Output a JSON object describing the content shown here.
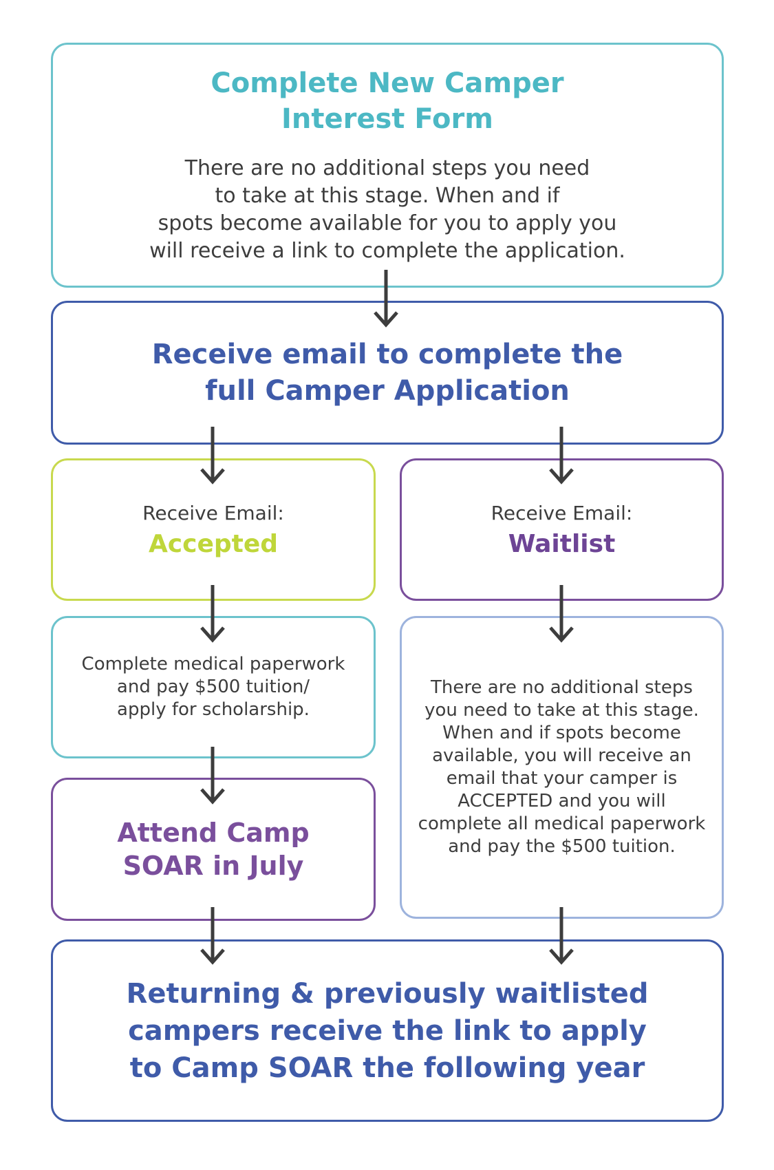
{
  "steps": {
    "interest_form": {
      "title": "Complete New Camper\nInterest Form",
      "text": "There are no additional steps you need\nto take at this stage. When and if\nspots become available for you to apply you\nwill receive a link to complete the application."
    },
    "receive_application": {
      "title": "Receive email to complete the\nfull Camper Application"
    },
    "accepted": {
      "label": "Receive Email:",
      "status": "Accepted"
    },
    "waitlist": {
      "label": "Receive Email:",
      "status": "Waitlist"
    },
    "medical": {
      "text": "Complete medical paperwork\nand pay $500 tuition/\napply for scholarship."
    },
    "waitlist_info": {
      "text": "There are no additional steps\nyou need to take at this stage.\nWhen and if spots become\navailable, you will receive an\nemail that your camper is\nACCEPTED and you will\ncomplete all medical paperwork\nand pay the $500 tuition."
    },
    "attend": {
      "title": "Attend Camp\nSOAR in July"
    },
    "returning": {
      "title": "Returning & previously waitlisted\ncampers receive the link to apply\nto Camp SOAR the following year"
    }
  },
  "colors": {
    "teal": "#4cb8c4",
    "blue": "#3f5ba9",
    "lime": "#bfd63a",
    "purple": "#7a4f9c",
    "light_blue": "#9db3dd",
    "arrow": "#3d3d3d"
  }
}
